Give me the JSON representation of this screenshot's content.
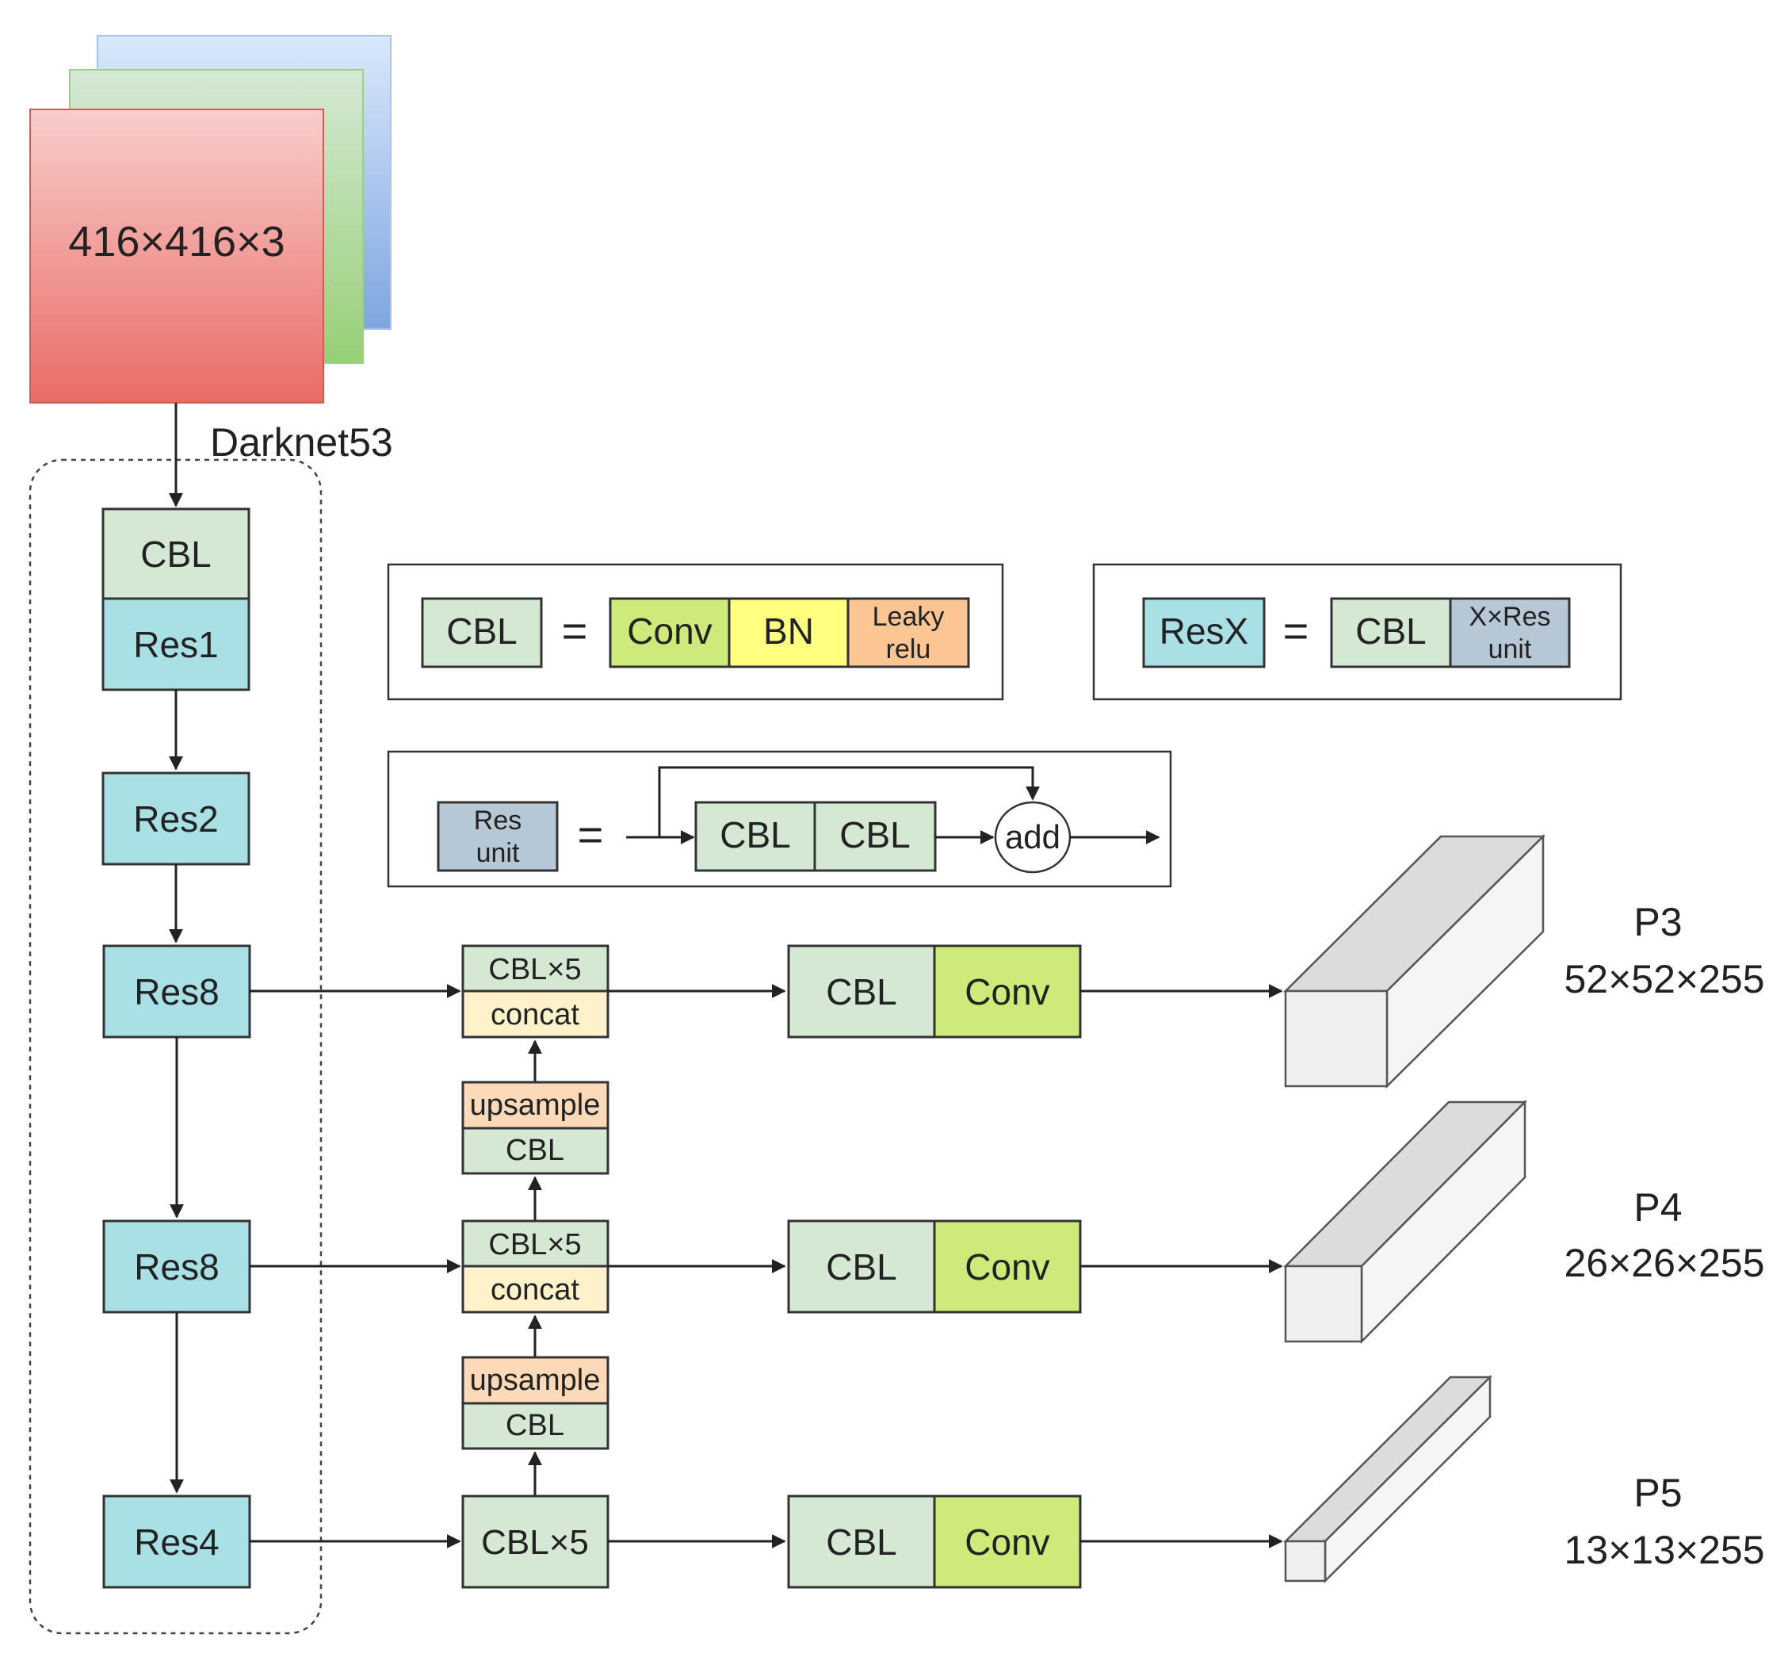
{
  "input": {
    "label": "416×416×3"
  },
  "backbone": {
    "label": "Darknet53"
  },
  "colors": {
    "cbl": "#d5e8d4",
    "res": "#a9e0e6",
    "conv": "#cdea7a",
    "bn": "#ffff80",
    "leaky": "#fcc694",
    "resunit": "#b6c7d6",
    "concat": "#fff1c9",
    "upsample": "#fbd9b9",
    "cube_front": "#efefef",
    "cube_top": "#dcdcdc",
    "cube_side": "#f5f5f5"
  },
  "backbone_blocks": {
    "cbl": "CBL",
    "res1": "Res1",
    "res2": "Res2",
    "res8a": "Res8",
    "res8b": "Res8",
    "res4": "Res4"
  },
  "legend": {
    "cbl_def": {
      "lhs": "CBL",
      "eq": "=",
      "conv": "Conv",
      "bn": "BN",
      "leaky_line1": "Leaky",
      "leaky_line2": "relu"
    },
    "resx_def": {
      "lhs": "ResX",
      "eq": "=",
      "cbl": "CBL",
      "res_line1": "X×Res",
      "res_line2": "unit"
    },
    "resunit_def": {
      "lhs_line1": "Res",
      "lhs_line2": "unit",
      "eq": "=",
      "cbl1": "CBL",
      "cbl2": "CBL",
      "add": "add"
    }
  },
  "neck": {
    "p3_top": "CBL×5",
    "p3_bottom": "concat",
    "up1_top": "upsample",
    "up1_bottom": "CBL",
    "p4_top": "CBL×5",
    "p4_bottom": "concat",
    "up2_top": "upsample",
    "up2_bottom": "CBL",
    "p5": "CBL×5"
  },
  "heads": [
    {
      "cbl": "CBL",
      "conv": "Conv"
    },
    {
      "cbl": "CBL",
      "conv": "Conv"
    },
    {
      "cbl": "CBL",
      "conv": "Conv"
    }
  ],
  "outputs": [
    {
      "name": "P3",
      "dims": "52×52×255"
    },
    {
      "name": "P4",
      "dims": "26×26×255"
    },
    {
      "name": "P5",
      "dims": "13×13×255"
    }
  ]
}
